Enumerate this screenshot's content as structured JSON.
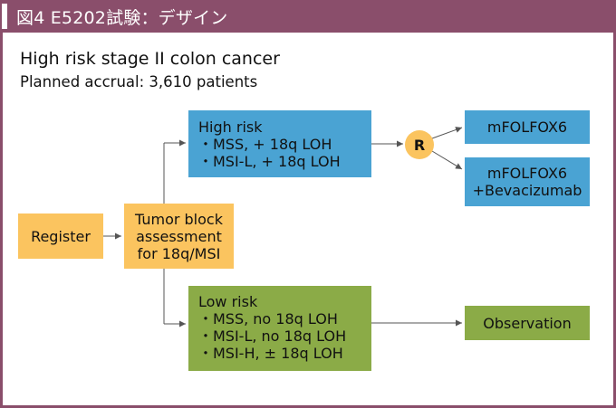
{
  "title": "図4 E5202試験：デザイン",
  "heading": "High risk stage II colon cancer",
  "subheading": "Planned accrual: 3,610 patients",
  "nodes": {
    "register": "Register",
    "assessment": [
      "Tumor block",
      "assessment",
      "for 18q/MSI"
    ],
    "high_risk": [
      "High risk",
      "・MSS, + 18q LOH",
      "・MSI-L, + 18q LOH"
    ],
    "low_risk": [
      "Low risk",
      "・MSS, no 18q LOH",
      "・MSI-L, no 18q LOH",
      "・MSI-H, ± 18q LOH"
    ],
    "randomize": "R",
    "arm1": "mFOLFOX6",
    "arm2": [
      "mFOLFOX6",
      "+Bevacizumab"
    ],
    "observation": "Observation"
  },
  "colors": {
    "title_bar": "#8a4e6b",
    "yellow": "#fbc45f",
    "blue": "#4aa3d3",
    "green": "#8bab47",
    "connector": "#555555"
  }
}
